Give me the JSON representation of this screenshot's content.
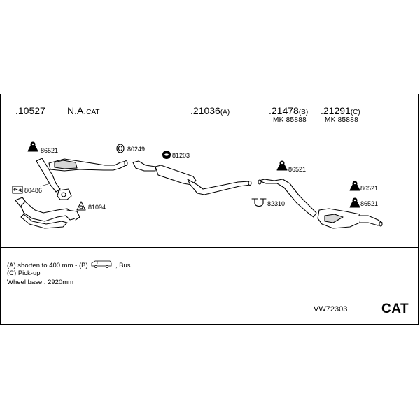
{
  "header_parts": [
    {
      "num": ".10527",
      "suffix": ""
    },
    {
      "num": "N.A.",
      "suffix": "CAT"
    },
    {
      "num": ".21036",
      "suffix": "(A)"
    },
    {
      "num": ".21478",
      "suffix": "(B)",
      "mk": "MK 85888"
    },
    {
      "num": ".21291",
      "suffix": "(C)",
      "mk": "MK 85888"
    }
  ],
  "callouts": {
    "c86521_a": "86521",
    "c80249": "80249",
    "c81203": "81203",
    "c80486": "80486",
    "c81094": "81094",
    "c86521_b": "86521",
    "c82310": "82310",
    "c86521_c": "86521",
    "c86521_d": "86521"
  },
  "notes": {
    "line1_a": "(A) shorten to 400 mm - (B)",
    "line1_b": ", Bus",
    "line2": "(C) Pick-up",
    "line3": "Wheel base : 2920mm"
  },
  "footer": {
    "code": "VW72303",
    "cat": "CAT"
  }
}
